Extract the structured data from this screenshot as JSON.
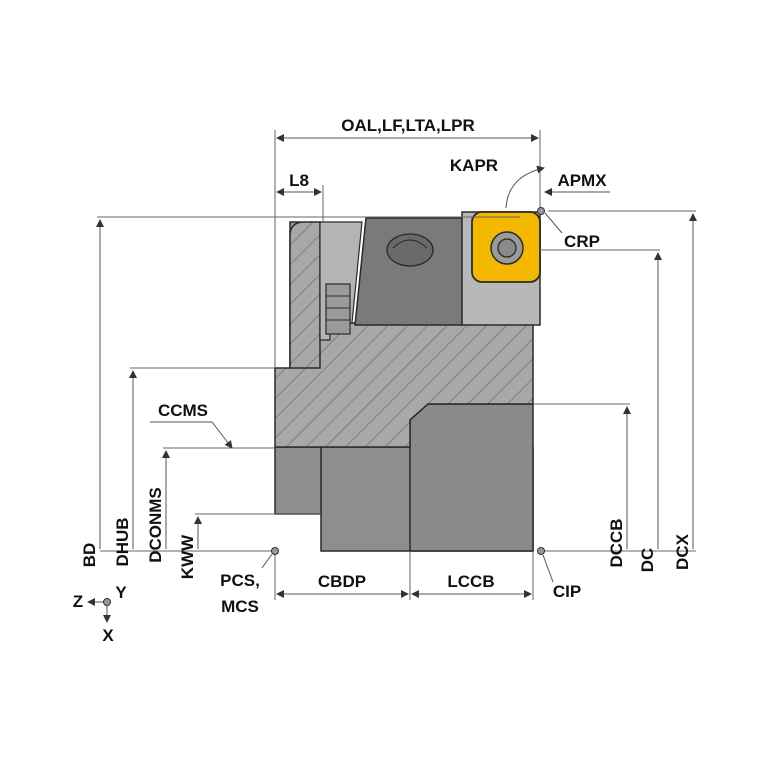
{
  "colors": {
    "body_gray": "#8e8e8e",
    "light_gray": "#b4b4b4",
    "dark_gray": "#7a7a7a",
    "insert_yellow": "#f3b800",
    "outline": "#2a2a2a",
    "dim_line": "#555555"
  },
  "labels": {
    "oal": "OAL,LF,LTA,LPR",
    "l8": "L8",
    "kapr": "KAPR",
    "apmx": "APMX",
    "crp": "CRP",
    "ccms": "CCMS",
    "bd": "BD",
    "dhub": "DHUB",
    "dconms": "DCONMS",
    "kww": "KWW",
    "pcs": "PCS,",
    "mcs": "MCS",
    "cbdp": "CBDP",
    "lccb": "LCCB",
    "cip": "CIP",
    "dccb": "DCCB",
    "dc": "DC",
    "dcx": "DCX",
    "axis_z": "Z",
    "axis_y": "Y",
    "axis_x": "X"
  }
}
